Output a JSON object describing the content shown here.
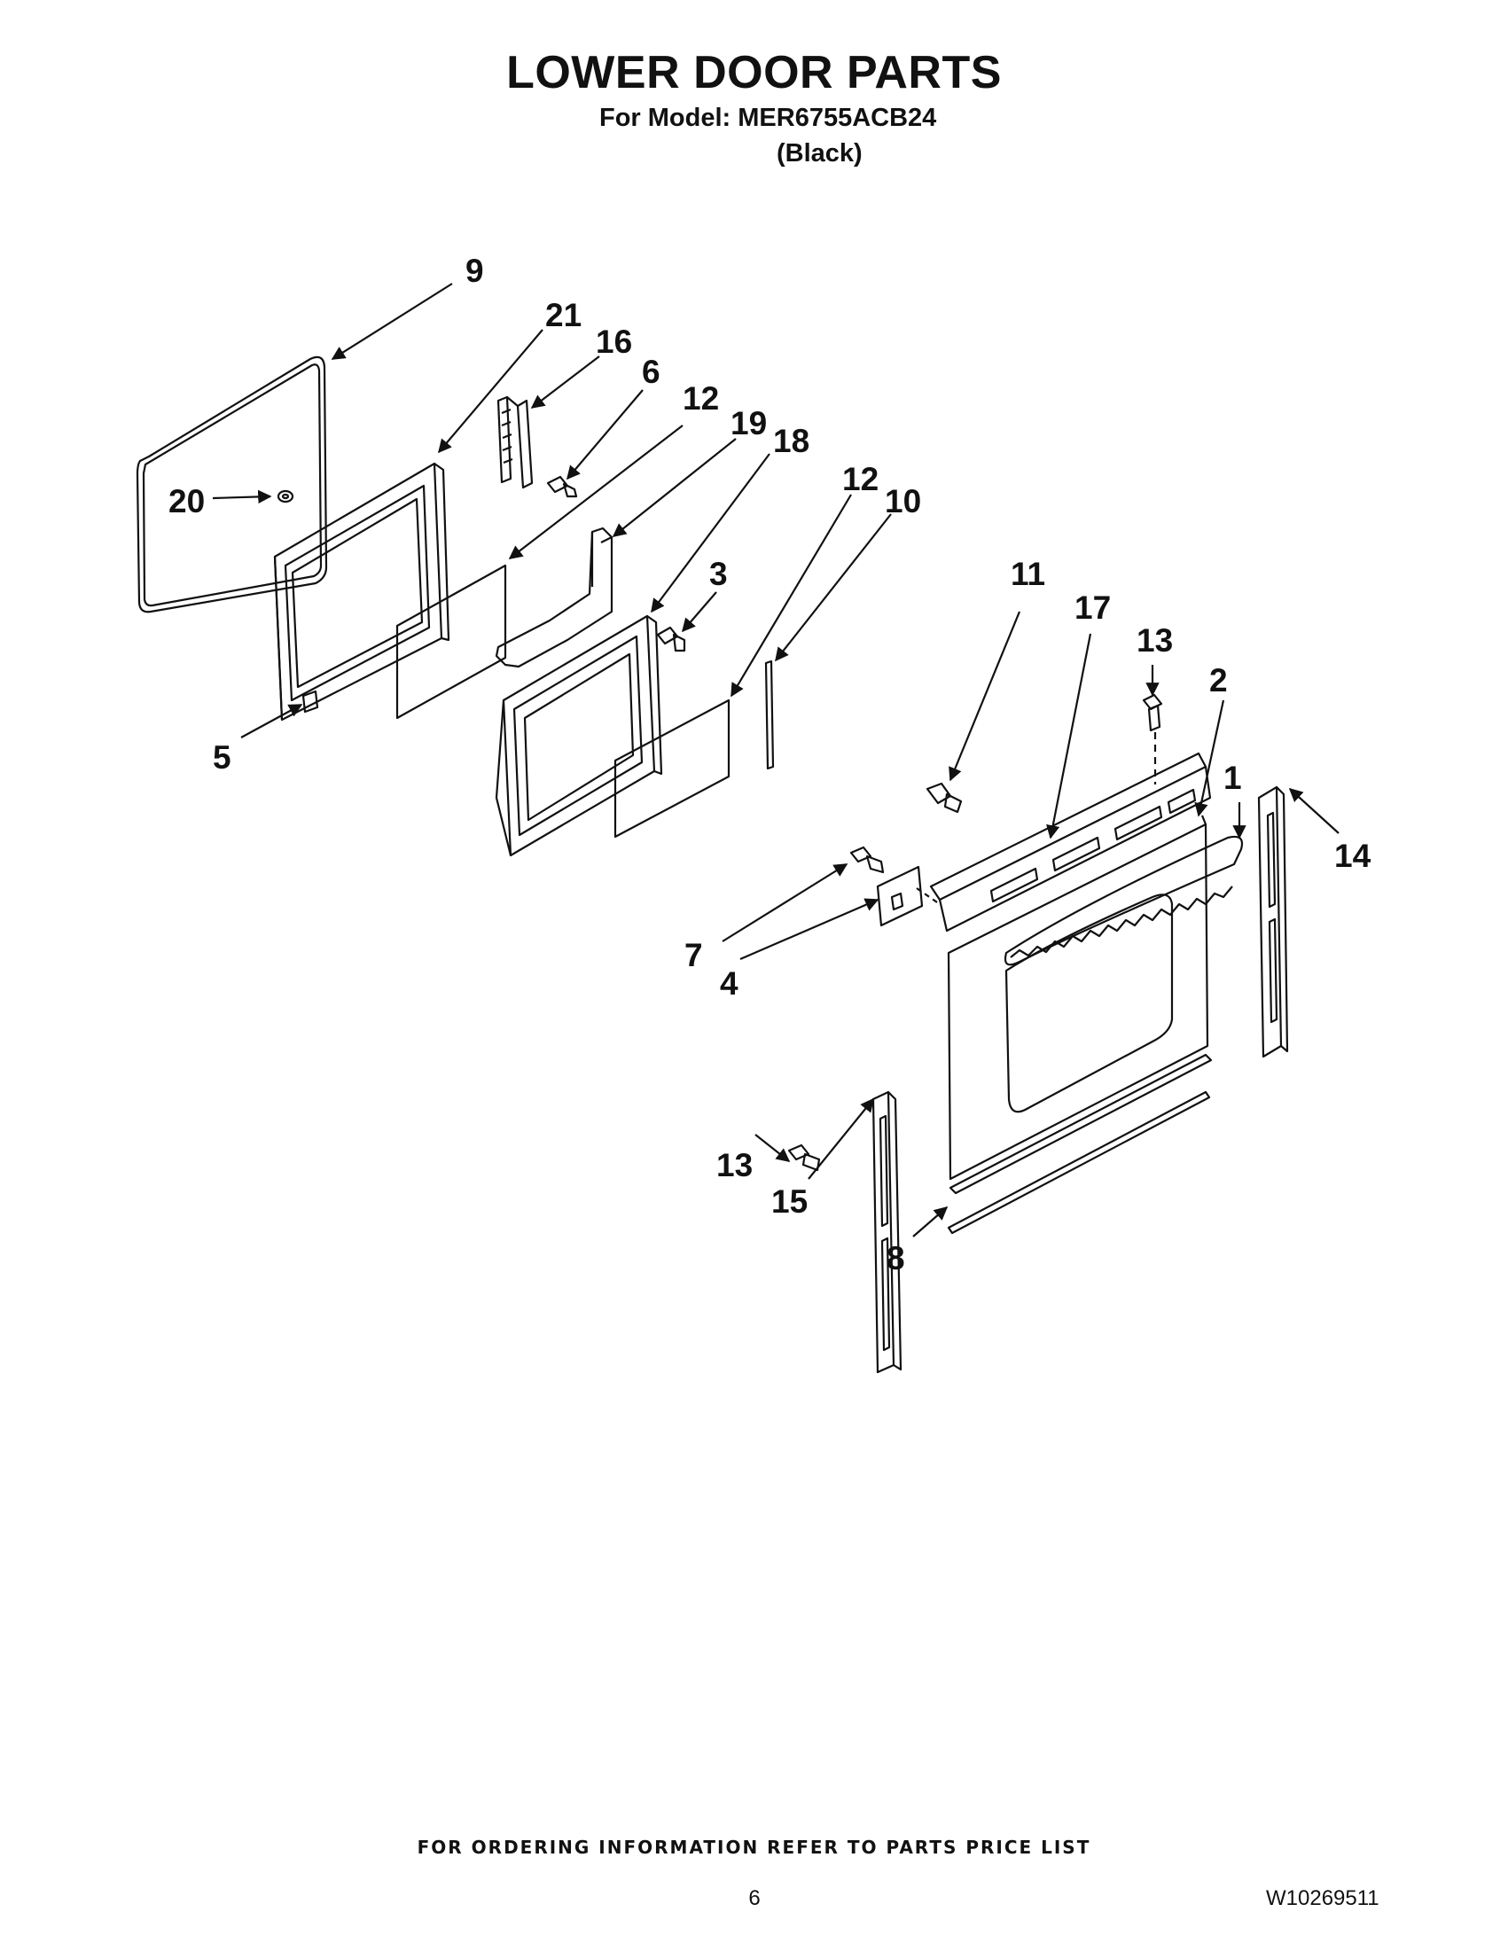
{
  "header": {
    "title": "LOWER DOOR PARTS",
    "model_line": "For Model: MER6755ACB24",
    "color_line": "(Black)"
  },
  "callouts": [
    "9",
    "21",
    "16",
    "6",
    "12",
    "19",
    "18",
    "20",
    "3",
    "12",
    "10",
    "5",
    "11",
    "17",
    "13",
    "2",
    "1",
    "14",
    "7",
    "4",
    "13",
    "15",
    "8"
  ],
  "footer": {
    "ordering_note": "FOR ORDERING INFORMATION REFER TO PARTS PRICE LIST",
    "page_number": "6",
    "document_number": "W10269511"
  },
  "colors": {
    "ink": "#111111",
    "background": "#ffffff"
  }
}
